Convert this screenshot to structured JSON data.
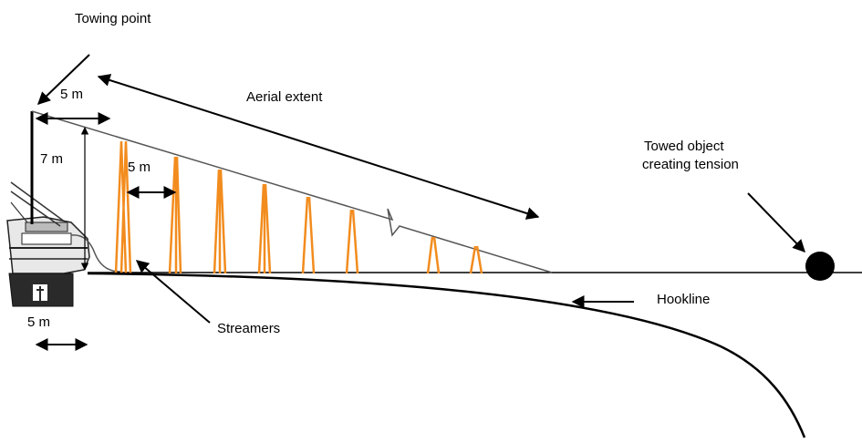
{
  "labels": {
    "towing_point": "Towing point",
    "aerial_extent": "Aerial extent",
    "spacing_top": "5 m",
    "height": "7 m",
    "spacing_streamer": "5 m",
    "spacing_bottom": "5 m",
    "towed_object_line1": "Towed object",
    "towed_object_line2": "creating tension",
    "hookline": "Hookline",
    "streamers": "Streamers"
  },
  "colors": {
    "streamer": "#f28c1e",
    "line": "#000000",
    "aerial_line": "#555555",
    "vessel_dark": "#2a2a2a"
  },
  "streamer_count": 8
}
